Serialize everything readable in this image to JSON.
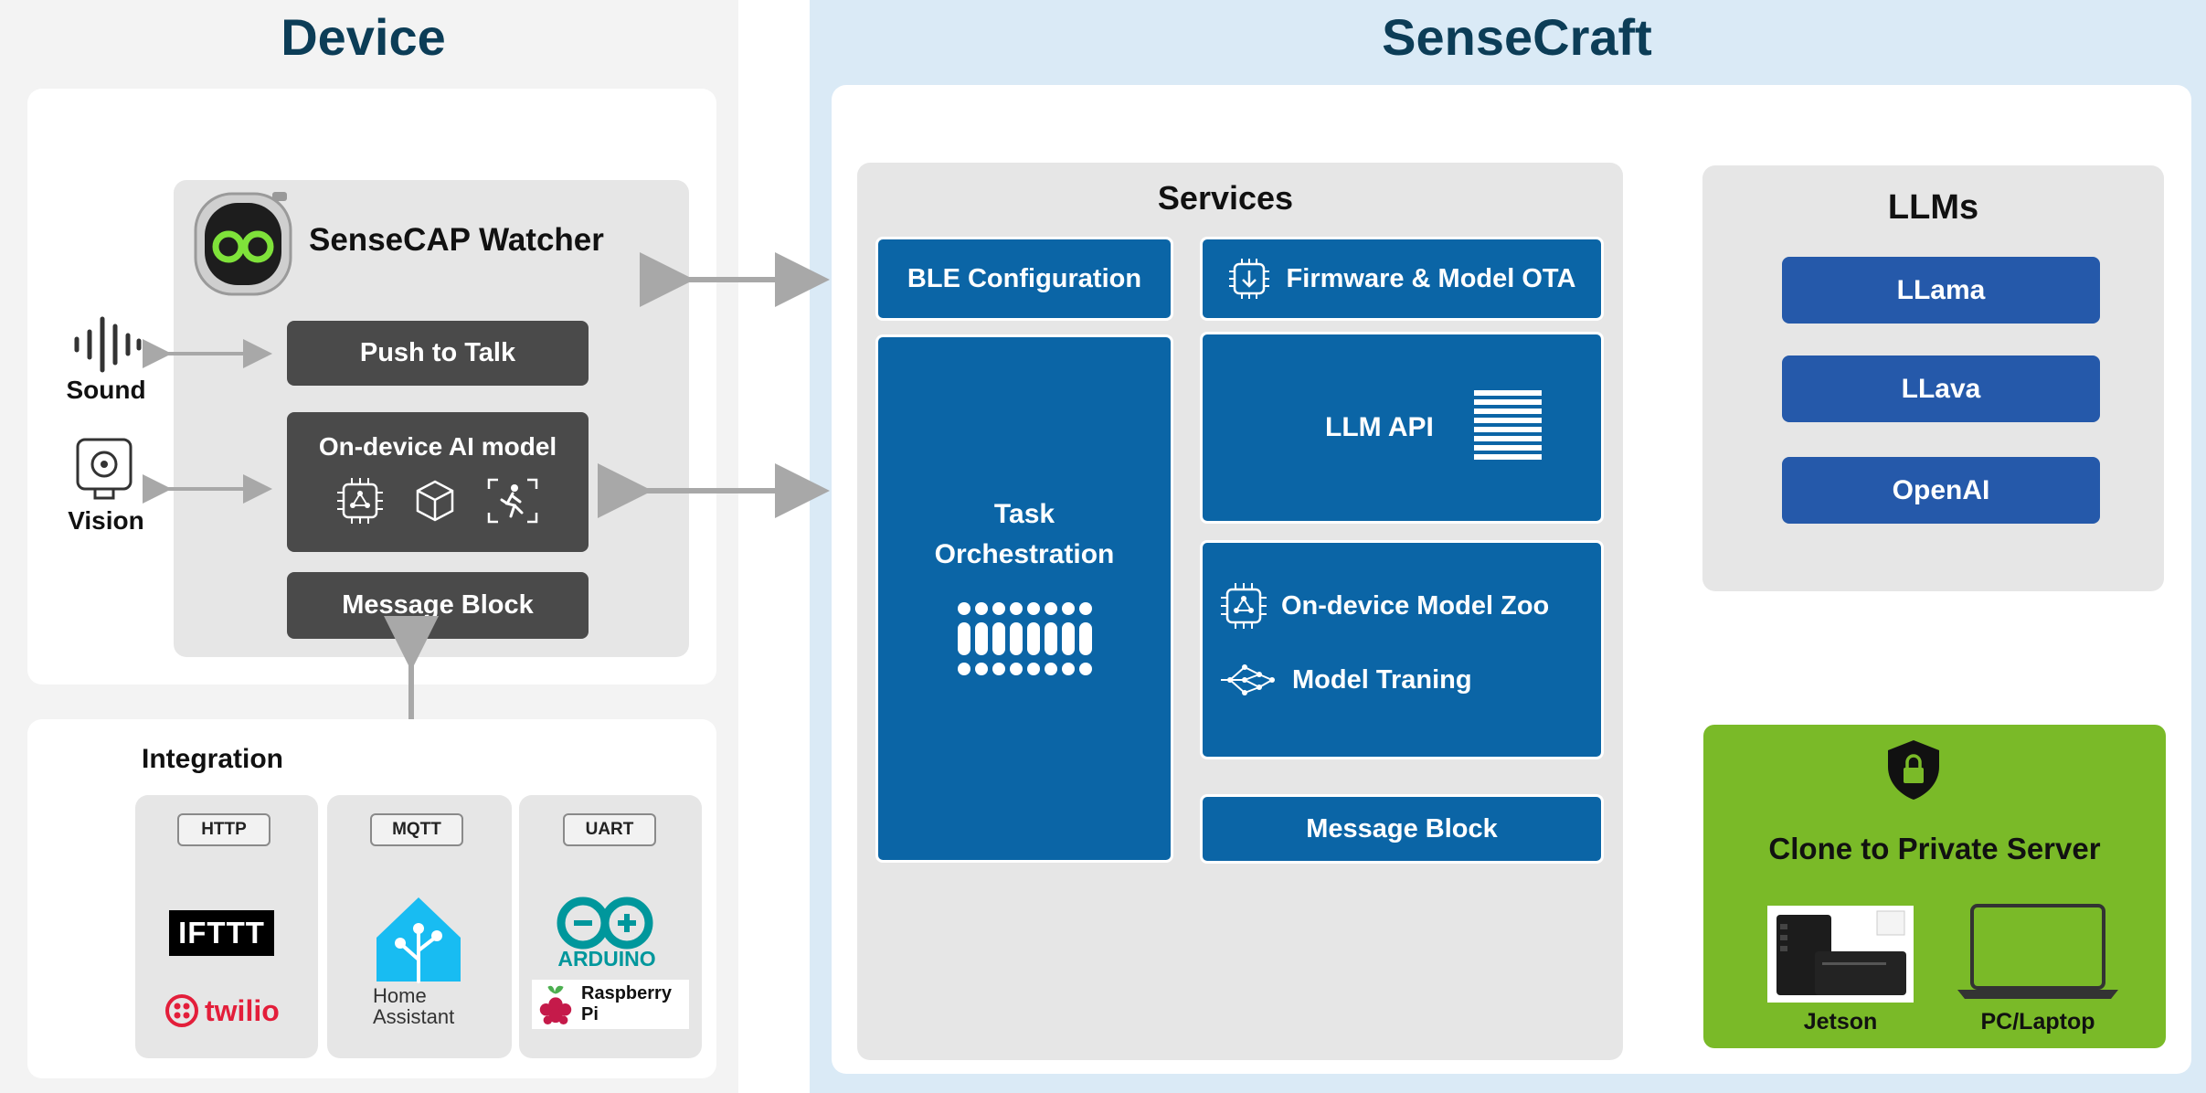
{
  "device": {
    "title": "Device",
    "watcher_title": "SenseCAP Watcher",
    "push_to_talk": "Push to Talk",
    "ai_model": "On-device AI model",
    "message_block": "Message Block",
    "sound_label": "Sound",
    "vision_label": "Vision"
  },
  "integration": {
    "title": "Integration",
    "protocols": [
      "HTTP",
      "MQTT",
      "UART"
    ],
    "logos": {
      "ifttt": "IFTTT",
      "twilio": "twilio",
      "home_assistant_line1": "Home",
      "home_assistant_line2": "Assistant",
      "arduino": "ARDUINO",
      "raspberry": "Raspberry Pi"
    }
  },
  "sensecraft": {
    "title": "SenseCraft",
    "services_title": "Services",
    "ble_config": "BLE Configuration",
    "firmware_ota": "Firmware & Model OTA",
    "task_orch_line1": "Task",
    "task_orch_line2": "Orchestration",
    "llm_api": "LLM API",
    "model_zoo": "On-device Model Zoo",
    "model_training": "Model Traning",
    "message_block": "Message Block"
  },
  "llms": {
    "title": "LLMs",
    "items": [
      "LLama",
      "LLava",
      "OpenAI"
    ]
  },
  "private_server": {
    "title": "Clone to Private Server",
    "jetson": "Jetson",
    "pc": "PC/Laptop"
  },
  "colors": {
    "title_navy": "#0c3d57",
    "blue_box": "#0b65a6",
    "llm_blue": "#2559aa",
    "dark_btn": "#4a4a4a",
    "green": "#7aba28",
    "arrow_grey": "#b0b0b0"
  }
}
